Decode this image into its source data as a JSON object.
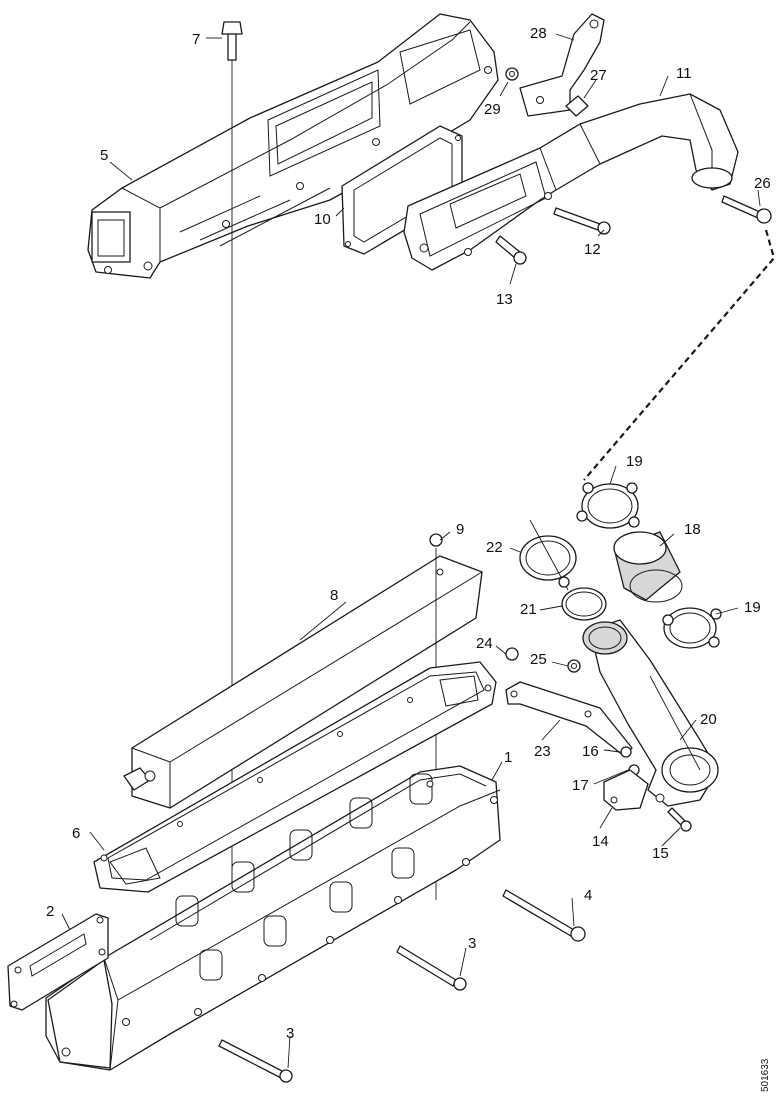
{
  "callouts": {
    "c1": "1",
    "c2": "2",
    "c3a": "3",
    "c3b": "3",
    "c4": "4",
    "c5": "5",
    "c6": "6",
    "c7": "7",
    "c8": "8",
    "c9": "9",
    "c10": "10",
    "c11": "11",
    "c12": "12",
    "c13": "13",
    "c14": "14",
    "c15": "15",
    "c16": "16",
    "c17": "17",
    "c18": "18",
    "c19a": "19",
    "c19b": "19",
    "c20": "20",
    "c21": "21",
    "c22": "22",
    "c23": "23",
    "c24": "24",
    "c25": "25",
    "c26": "26",
    "c27": "27",
    "c28": "28",
    "c29": "29"
  },
  "drawing_code": "501633",
  "colors": {
    "line": "#1a1a1a",
    "background": "#ffffff",
    "shade": "#d7d7d7"
  }
}
